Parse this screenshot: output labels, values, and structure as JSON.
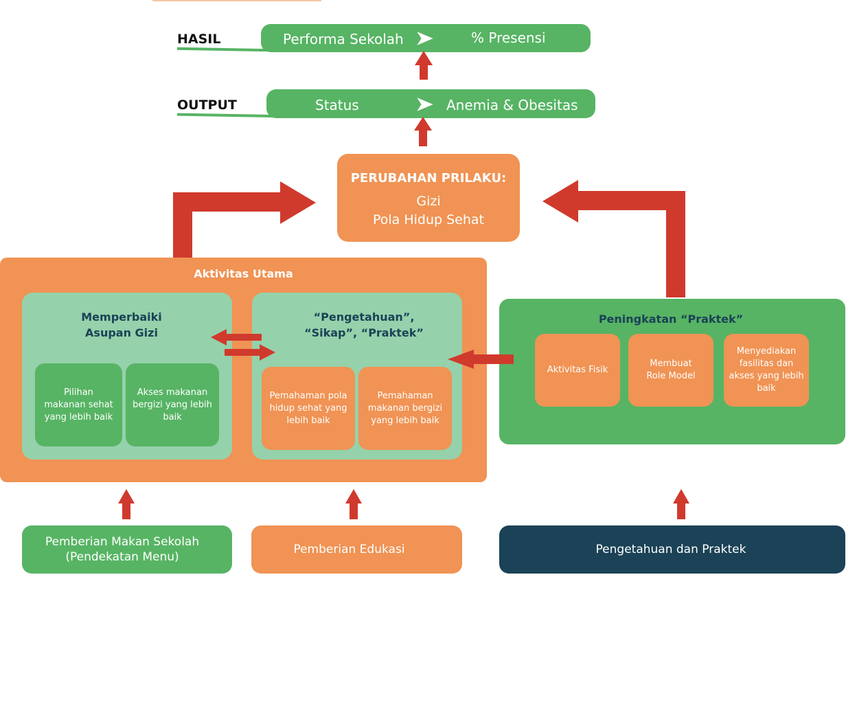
{
  "top_row": {
    "hasil_label": "HASIL",
    "hasil_left": "Performa Sekolah",
    "hasil_right": "% Presensi",
    "output_label": "OUTPUT",
    "output_left": "Status",
    "output_right": "Anemia & Obesitas"
  },
  "behavior": {
    "title": "PERUBAHAN PRILAKU:",
    "line1": "Gizi",
    "line2": "Pola Hidup Sehat"
  },
  "main_activity": {
    "title": "Aktivitas Utama",
    "left_panel": {
      "title_line1": "Memperbaiki",
      "title_line2": "Asupan Gizi",
      "card1": "Pilihan makanan sehat yang lebih baik",
      "card2": "Akses makanan bergizi yang lebih baik"
    },
    "right_panel": {
      "title_line1": "“Pengetahuan”,",
      "title_line2": "“Sikap”, “Praktek”",
      "card1": "Pemahaman pola hidup sehat yang lebih baik",
      "card2": "Pemahaman makanan bergizi yang lebih baik"
    }
  },
  "practice": {
    "title": "Peningkatan “Praktek”",
    "card1": "Aktivitas Fisik",
    "card2": "Membuat Role Model",
    "card3": "Menyediakan fasilitas dan akses yang lebih baik"
  },
  "bottom": {
    "left_line1": "Pemberian Makan Sekolah",
    "left_line2": "(Pendekatan Menu)",
    "middle": "Pemberian Edukasi",
    "right": "Pengetahuan dan Praktek"
  },
  "colors": {
    "green": "#57b464",
    "orange": "#f09354",
    "mint": "#95d1ab",
    "navy": "#1b4256",
    "red": "#d03a2d"
  }
}
